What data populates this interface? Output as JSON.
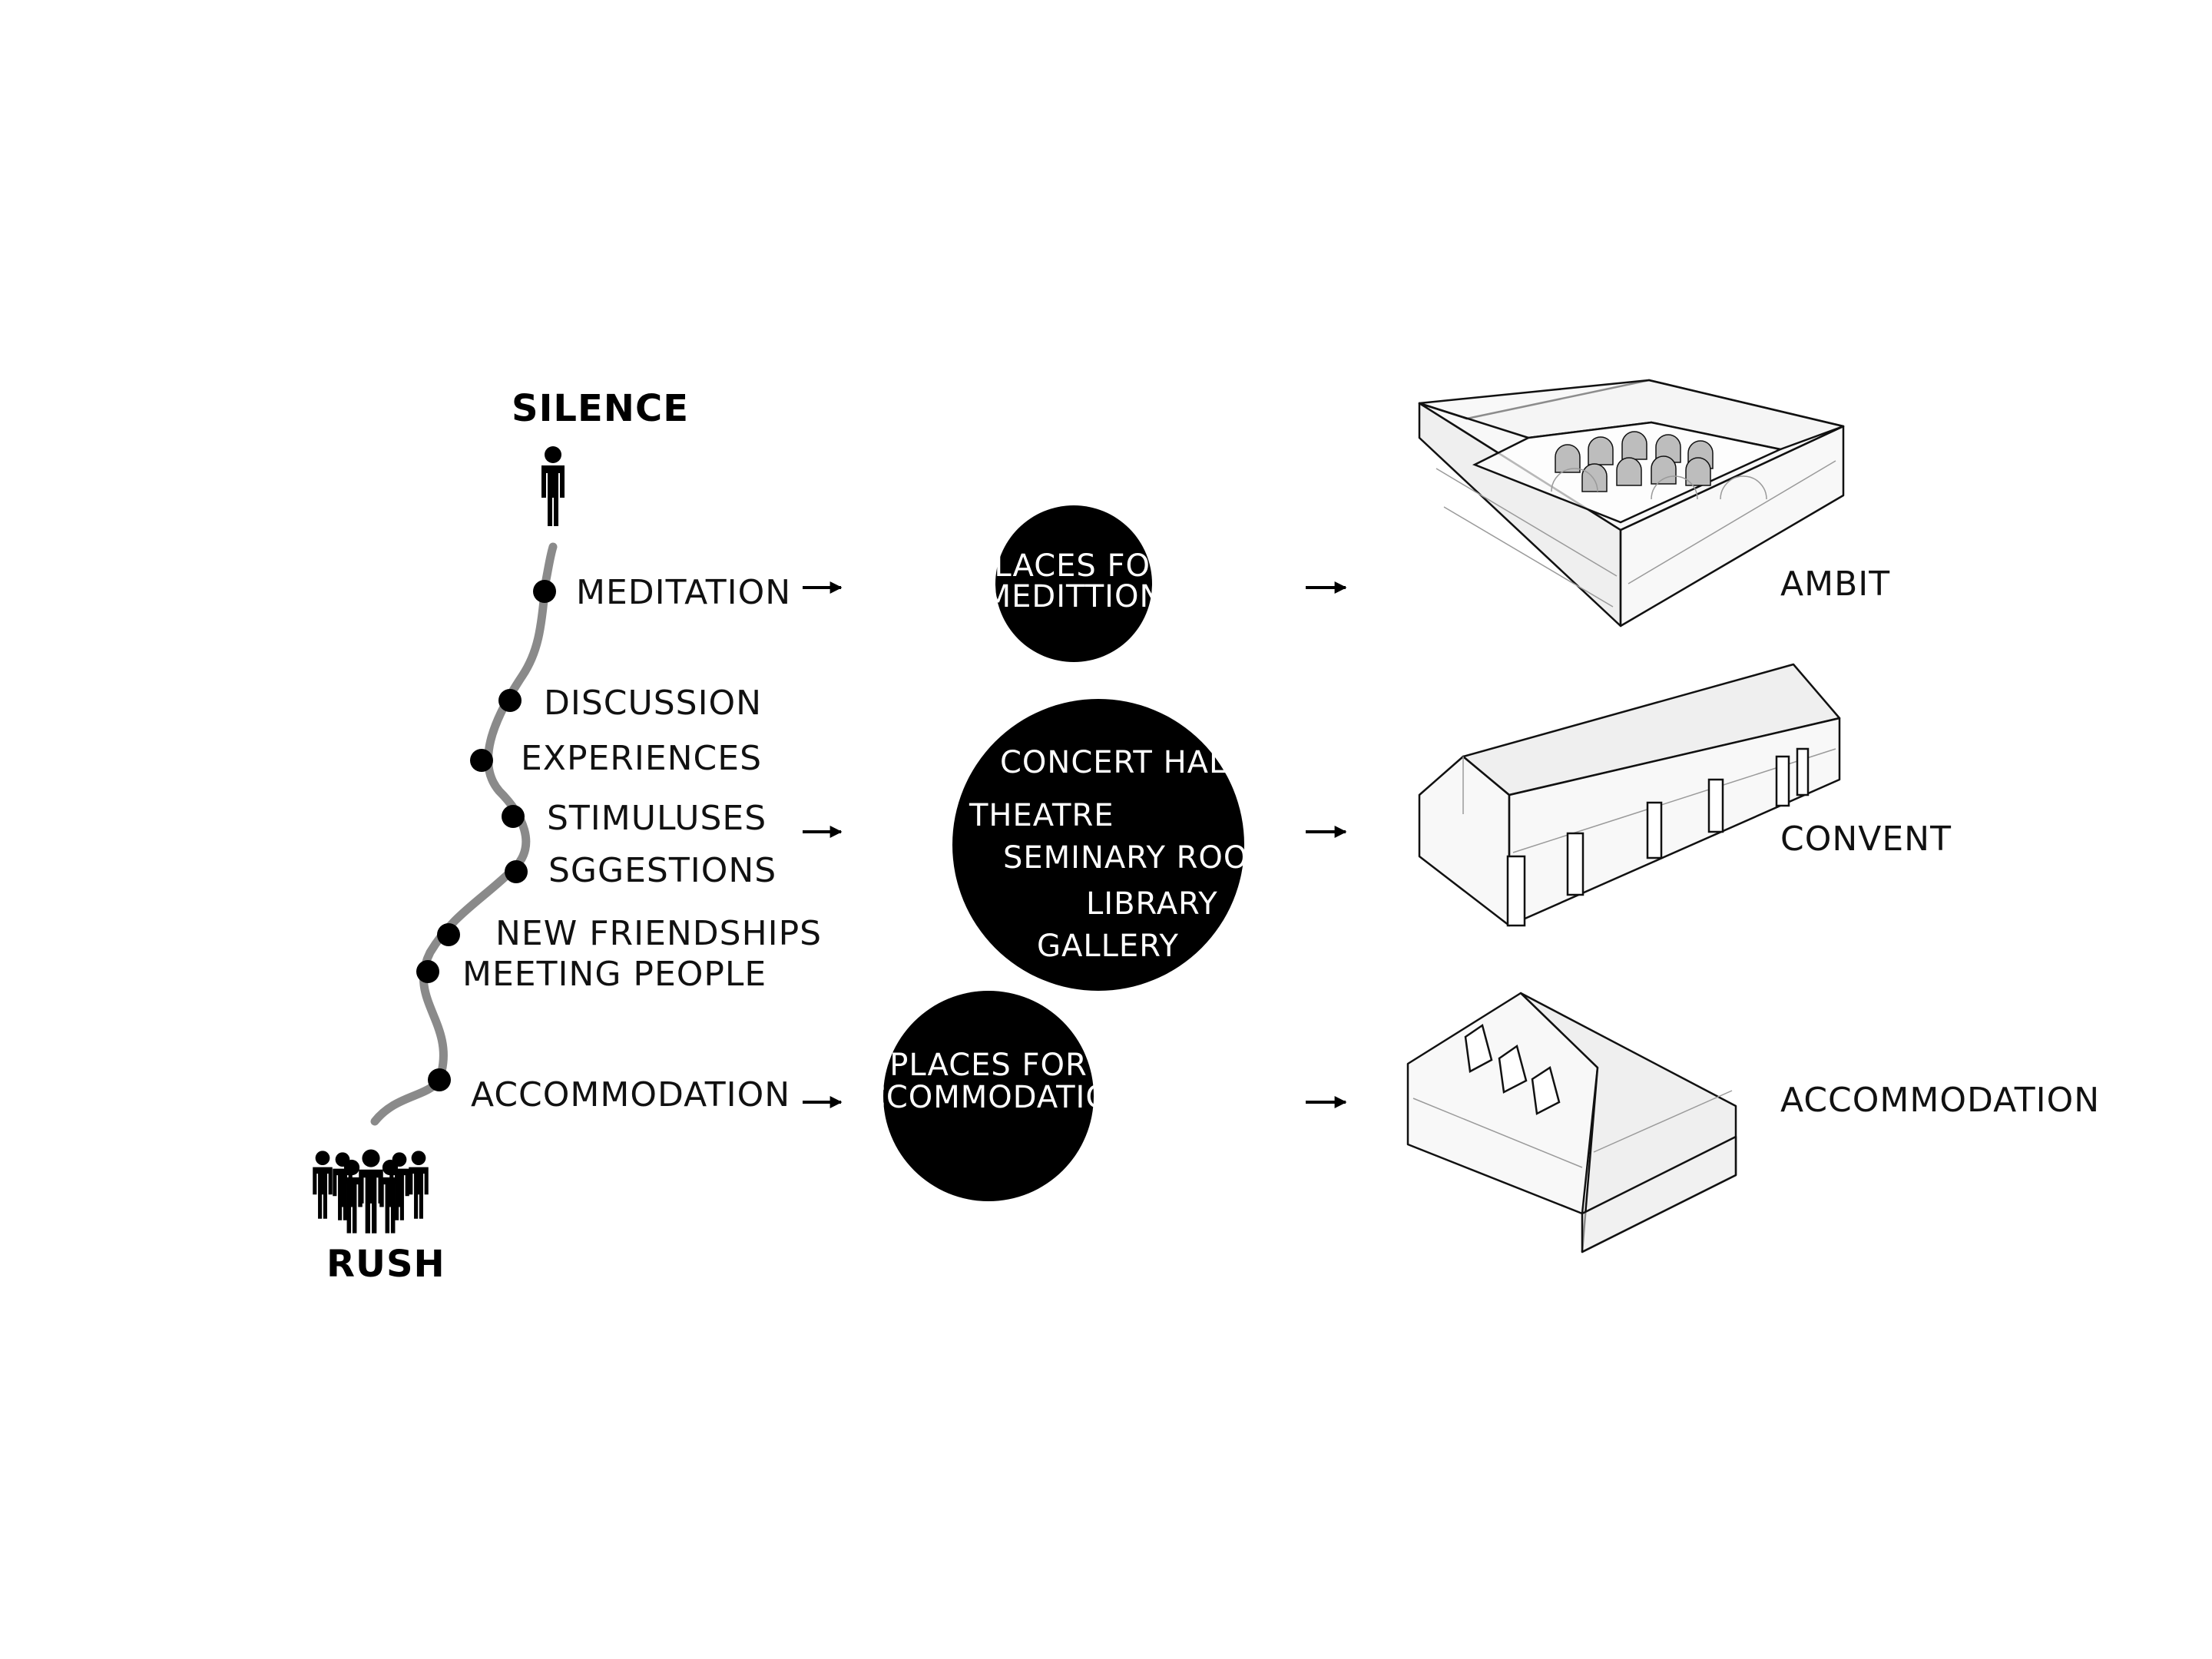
{
  "journey": {
    "top_label": "SILENCE",
    "bottom_label": "RUSH",
    "steps": [
      "MEDITATION",
      "DISCUSSION",
      "EXPERIENCES",
      "STIMULUSES",
      "SGGESTIONS",
      "NEW FRIENDSHIPS",
      "MEETING PEOPLE",
      "ACCOMMODATION"
    ]
  },
  "places": {
    "meditation": [
      "PLACES FOR",
      "MEDITTION"
    ],
    "culture": [
      "CONCERT HALL",
      "THEATRE",
      "SEMINARY ROOM",
      "LIBRARY",
      "GALLERY"
    ],
    "accommodation": [
      "PLACES FOR",
      "ACCOMMODATION"
    ]
  },
  "buildings": [
    "AMBIT",
    "CONVENT",
    "ACCOMMODATION"
  ],
  "colors": {
    "path": "#8a8a8a",
    "ink": "#000000",
    "background": "#ffffff"
  },
  "icons": [
    "person-icon",
    "crowd-icon",
    "arrow-icon"
  ]
}
